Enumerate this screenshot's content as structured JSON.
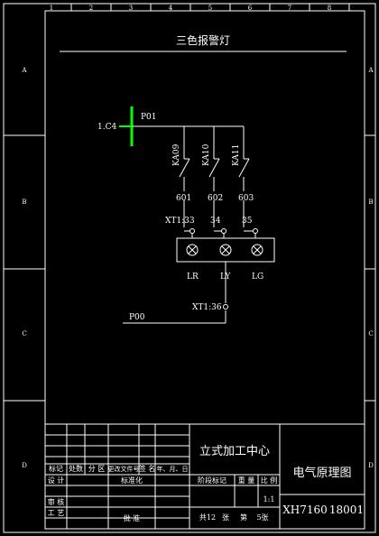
{
  "drawing": {
    "title": "三色报警灯",
    "colors": {
      "background": "#000000",
      "lines": "#ffffff",
      "accent": "#00ff00"
    },
    "border": {
      "top_marks": [
        "1",
        "2",
        "3",
        "4",
        "5",
        "6",
        "7",
        "8"
      ],
      "left_marks": [
        "A",
        "B",
        "C",
        "D"
      ],
      "right_marks": [
        "A",
        "B",
        "C",
        "D"
      ]
    }
  },
  "circuit": {
    "supply_ref": "1.C4",
    "supply_wire": "P01",
    "return_wire": "P00",
    "relays": [
      "KA09",
      "KA10",
      "KA11"
    ],
    "wires": [
      "601",
      "602",
      "603"
    ],
    "terminals_top": [
      "XT1:33",
      "34",
      "35"
    ],
    "terminal_bottom": "XT1:36",
    "lamps": [
      "LR",
      "LY",
      "LG"
    ]
  },
  "title_block": {
    "machine_name": "立式加工中心",
    "drawing_name": "电气原理图",
    "drawing_number": "XH7160",
    "drawing_code": "18001",
    "scale": "1:1",
    "sheet_total_label": "共12",
    "sheet_label": "张",
    "page_label": "第",
    "page_number": "5张",
    "revision_header": [
      "标记",
      "处数",
      "分 区",
      "更改文件号",
      "签 名",
      "年、月、日"
    ],
    "row_labels": [
      "设 计",
      "标准化",
      "审 核",
      "工 艺",
      "批 准"
    ],
    "stage_header": [
      "阶段标记",
      "重 量",
      "比 例"
    ]
  }
}
